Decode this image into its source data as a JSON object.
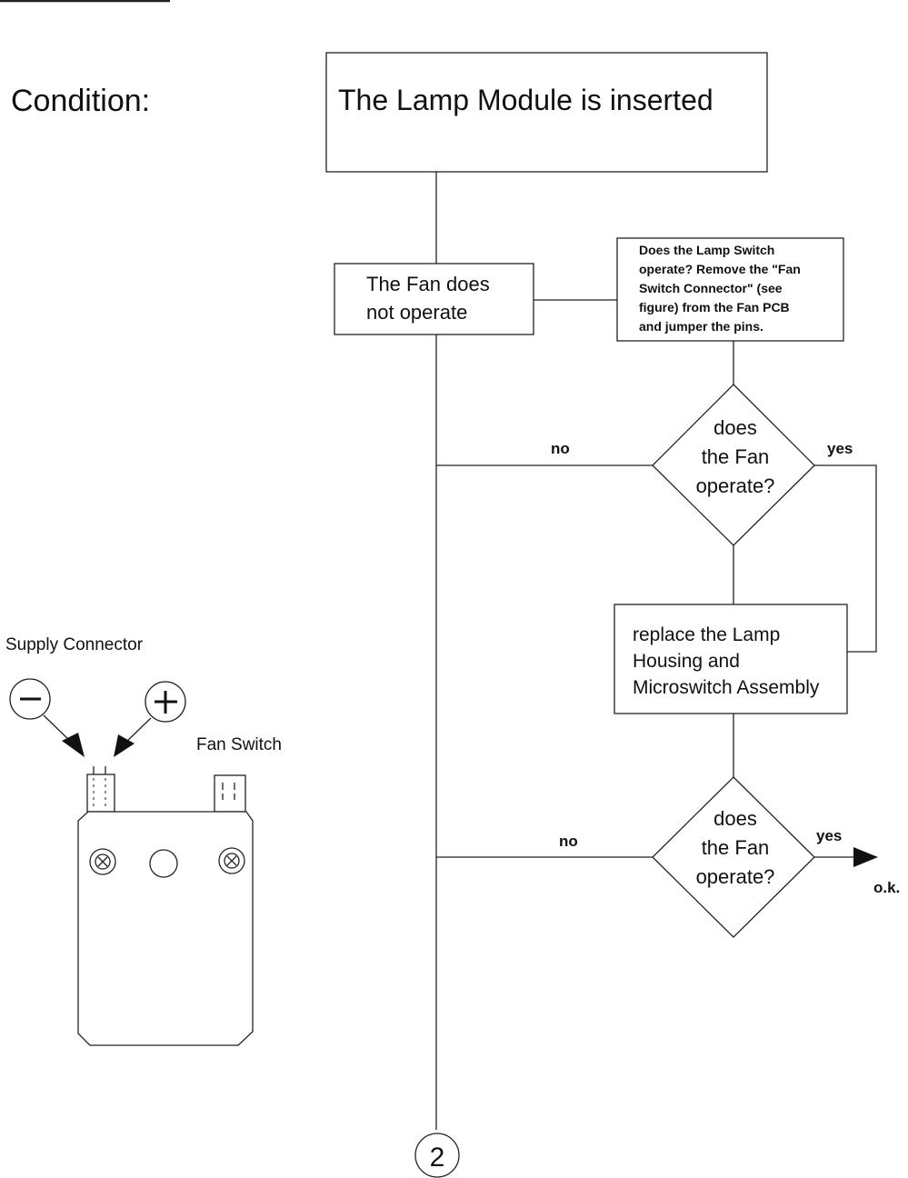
{
  "header": {
    "condition_label": "Condition:",
    "condition_text": "The Lamp Module is inserted"
  },
  "flowchart": {
    "start_symptom": [
      "The Fan does",
      "not operate"
    ],
    "instruction": [
      "Does the Lamp Switch",
      "operate?  Remove the \"Fan",
      "Switch Connector\" (see",
      "figure) from the Fan PCB",
      "and jumper the pins."
    ],
    "decision_1": {
      "lines": [
        "does",
        "the Fan",
        "operate?"
      ],
      "no_label": "no",
      "yes_label": "yes"
    },
    "action": [
      "replace the Lamp",
      "Housing and",
      "Microswitch Assembly"
    ],
    "decision_2": {
      "lines": [
        "does",
        "the Fan",
        "operate?"
      ],
      "no_label": "no",
      "yes_label": "yes"
    },
    "result_ok": "o.k.",
    "connector_label": "2"
  },
  "figure": {
    "supply_label": "Supply Connector",
    "minus_symbol": "minus",
    "plus_symbol": "plus",
    "fan_switch_label": "Fan Switch"
  }
}
